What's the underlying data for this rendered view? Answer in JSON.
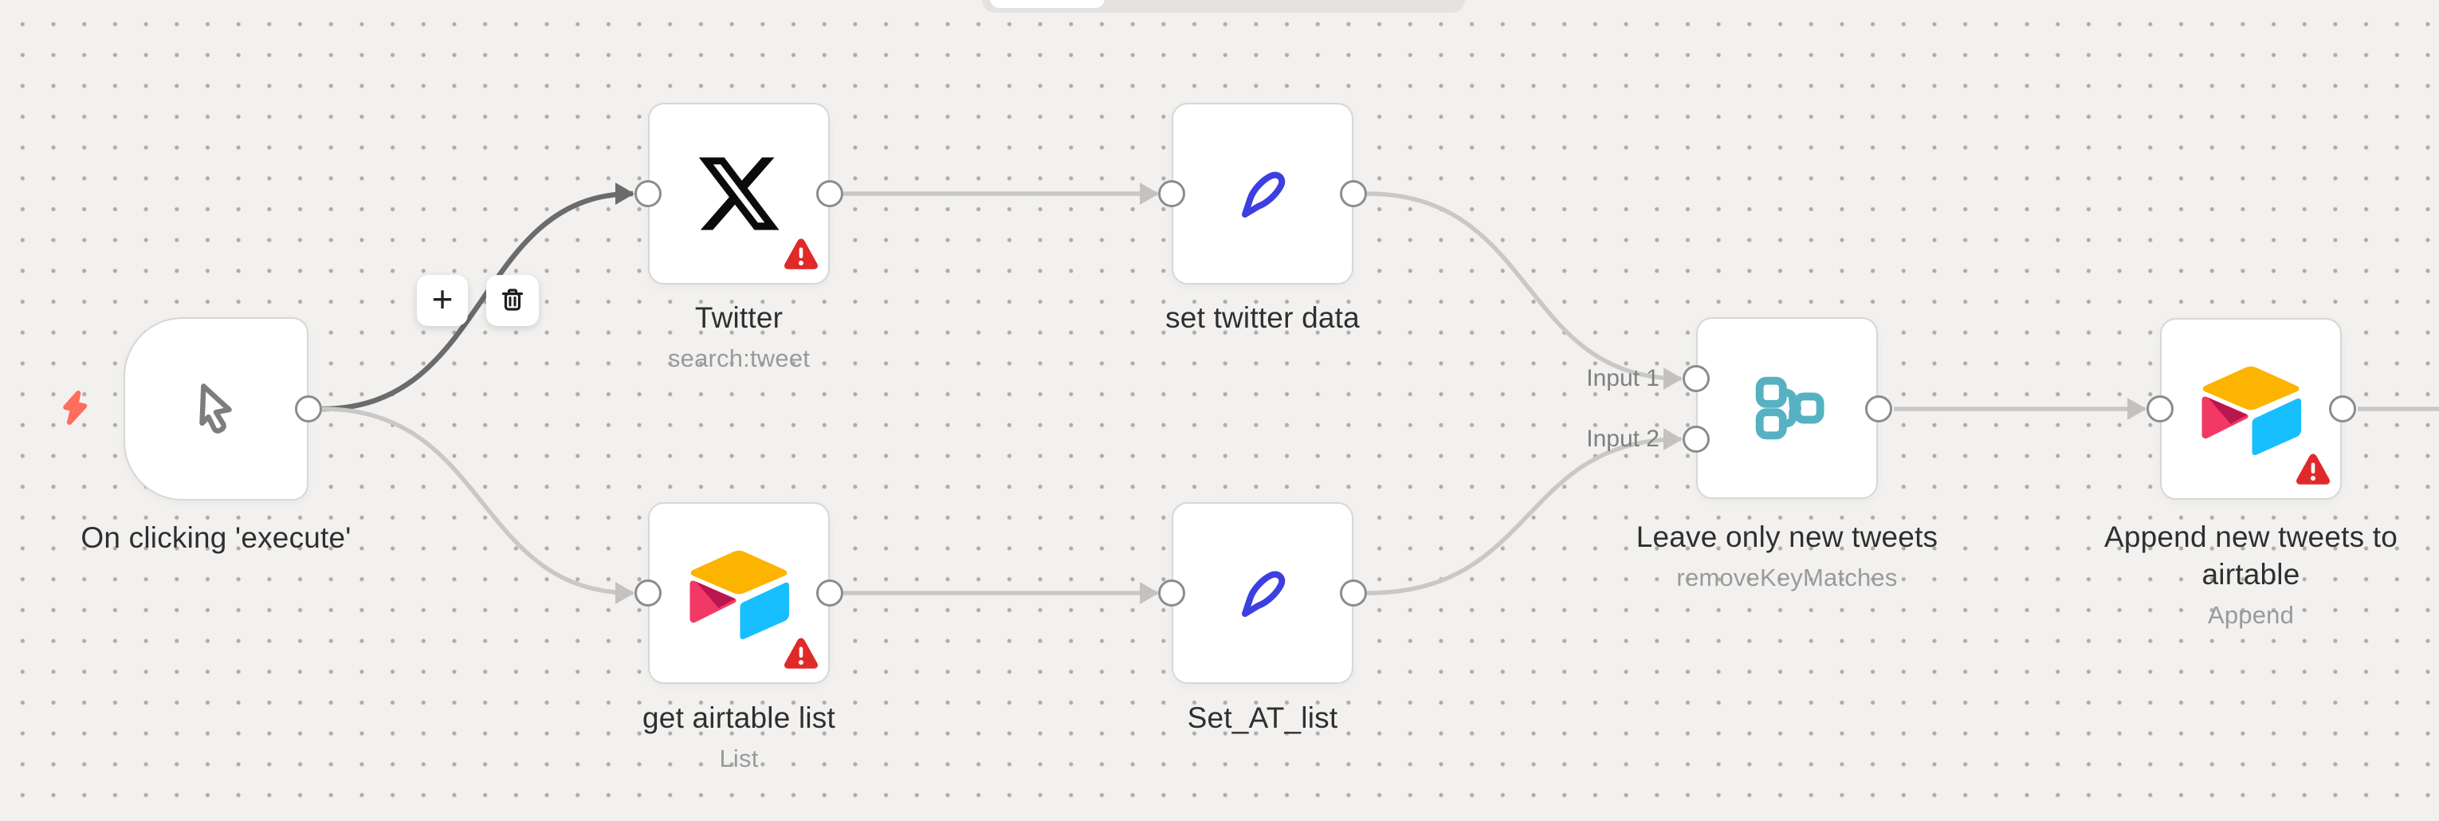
{
  "workflow": {
    "nodes": {
      "trigger": {
        "title": "On clicking 'execute'",
        "icon": "cursor-icon"
      },
      "twitter": {
        "title": "Twitter",
        "subtitle": "search:tweet",
        "icon": "x-logo-icon",
        "has_warning": true
      },
      "set_twitter_data": {
        "title": "set twitter data",
        "icon": "pencil-icon",
        "has_warning": false
      },
      "get_airtable_list": {
        "title": "get airtable list",
        "subtitle": "List",
        "icon": "airtable-icon",
        "has_warning": true
      },
      "set_at_list": {
        "title": "Set_AT_list",
        "icon": "pencil-icon",
        "has_warning": false
      },
      "merge": {
        "title": "Leave only new tweets",
        "subtitle": "removeKeyMatches",
        "icon": "merge-icon",
        "input_labels": [
          "Input 1",
          "Input 2"
        ],
        "has_warning": false
      },
      "append": {
        "title": "Append new tweets to airtable",
        "subtitle": "Append",
        "icon": "airtable-icon",
        "has_warning": true
      }
    },
    "connection_toolbar": {
      "add_label": "+",
      "delete_icon": "trash-icon"
    },
    "trigger_indicator_icon": "lightning-bolt-icon",
    "warning_icon": "warning-triangle-icon",
    "colors": {
      "canvas_bg": "#f2f1ef",
      "connection_active": "#6b6b6b",
      "connection": "#c9c8c6",
      "warning_red": "#e02a2a",
      "merge_teal": "#56b1c3",
      "pencil_blue": "#3d3fe0",
      "bolt_coral": "#ff6d5c",
      "airtable_yellow": "#fcb400",
      "airtable_pink": "#f23965",
      "airtable_dark_pink": "#b9164f",
      "airtable_blue": "#18bfff",
      "x_black": "#0b0b0b"
    }
  }
}
